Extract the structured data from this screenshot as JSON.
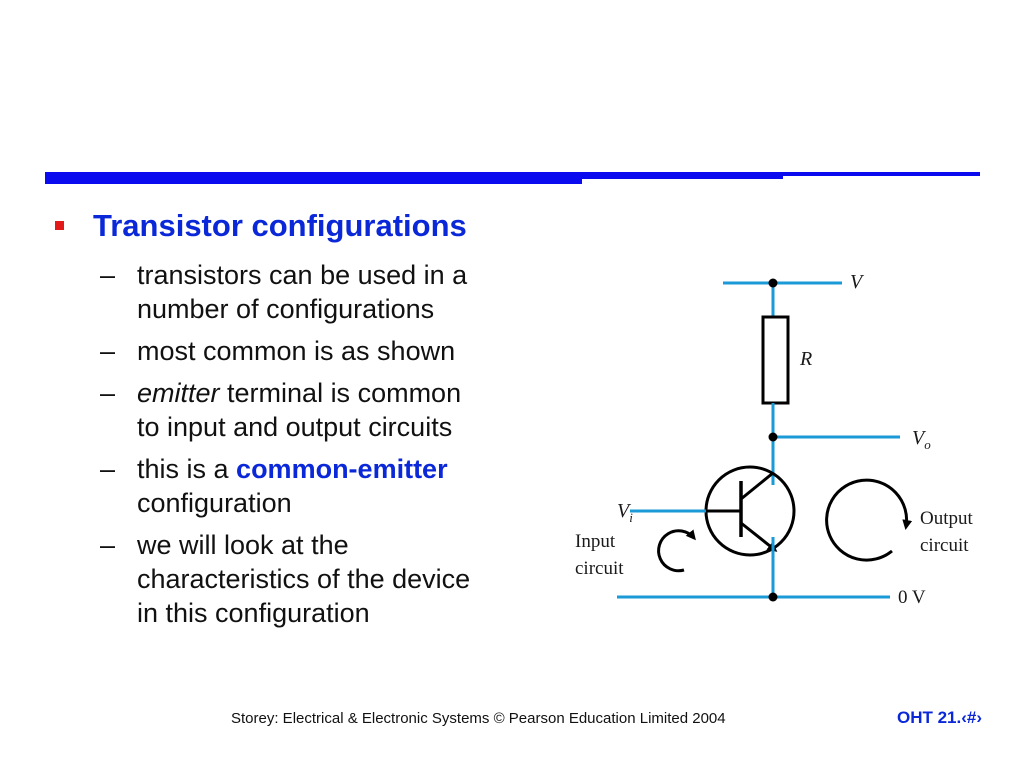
{
  "heading": "Transistor configurations",
  "bullets": [
    {
      "lines": [
        "transistors can be used in a",
        "number of configurations"
      ]
    },
    {
      "lines": [
        "most common is as shown"
      ]
    },
    {
      "italic": "emitter",
      "rest": " terminal is common",
      "line2": "to input and output circuits"
    },
    {
      "prefix": "this is a ",
      "highlight": "common-emitter",
      "line2": "configuration"
    },
    {
      "lines": [
        "we will look at the",
        "characteristics of the device",
        "in this configuration"
      ]
    }
  ],
  "circuit": {
    "supply_label": "V",
    "resistor_label": "R",
    "output_label": "V",
    "output_sub": "o",
    "input_label": "V",
    "input_sub": "i",
    "ground_label": "0 V",
    "input_circuit_label": [
      "Input",
      "circuit"
    ],
    "output_circuit_label": [
      "Output",
      "circuit"
    ]
  },
  "footer": {
    "citation": "Storey: Electrical & Electronic Systems © Pearson Education Limited 2004",
    "page_ref": "OHT 21.‹#›"
  },
  "colors": {
    "rule": "#0b0bf0",
    "heading": "#0a28d8",
    "bullet_marker": "#e21a1a",
    "wire": "#1a9ad6"
  }
}
